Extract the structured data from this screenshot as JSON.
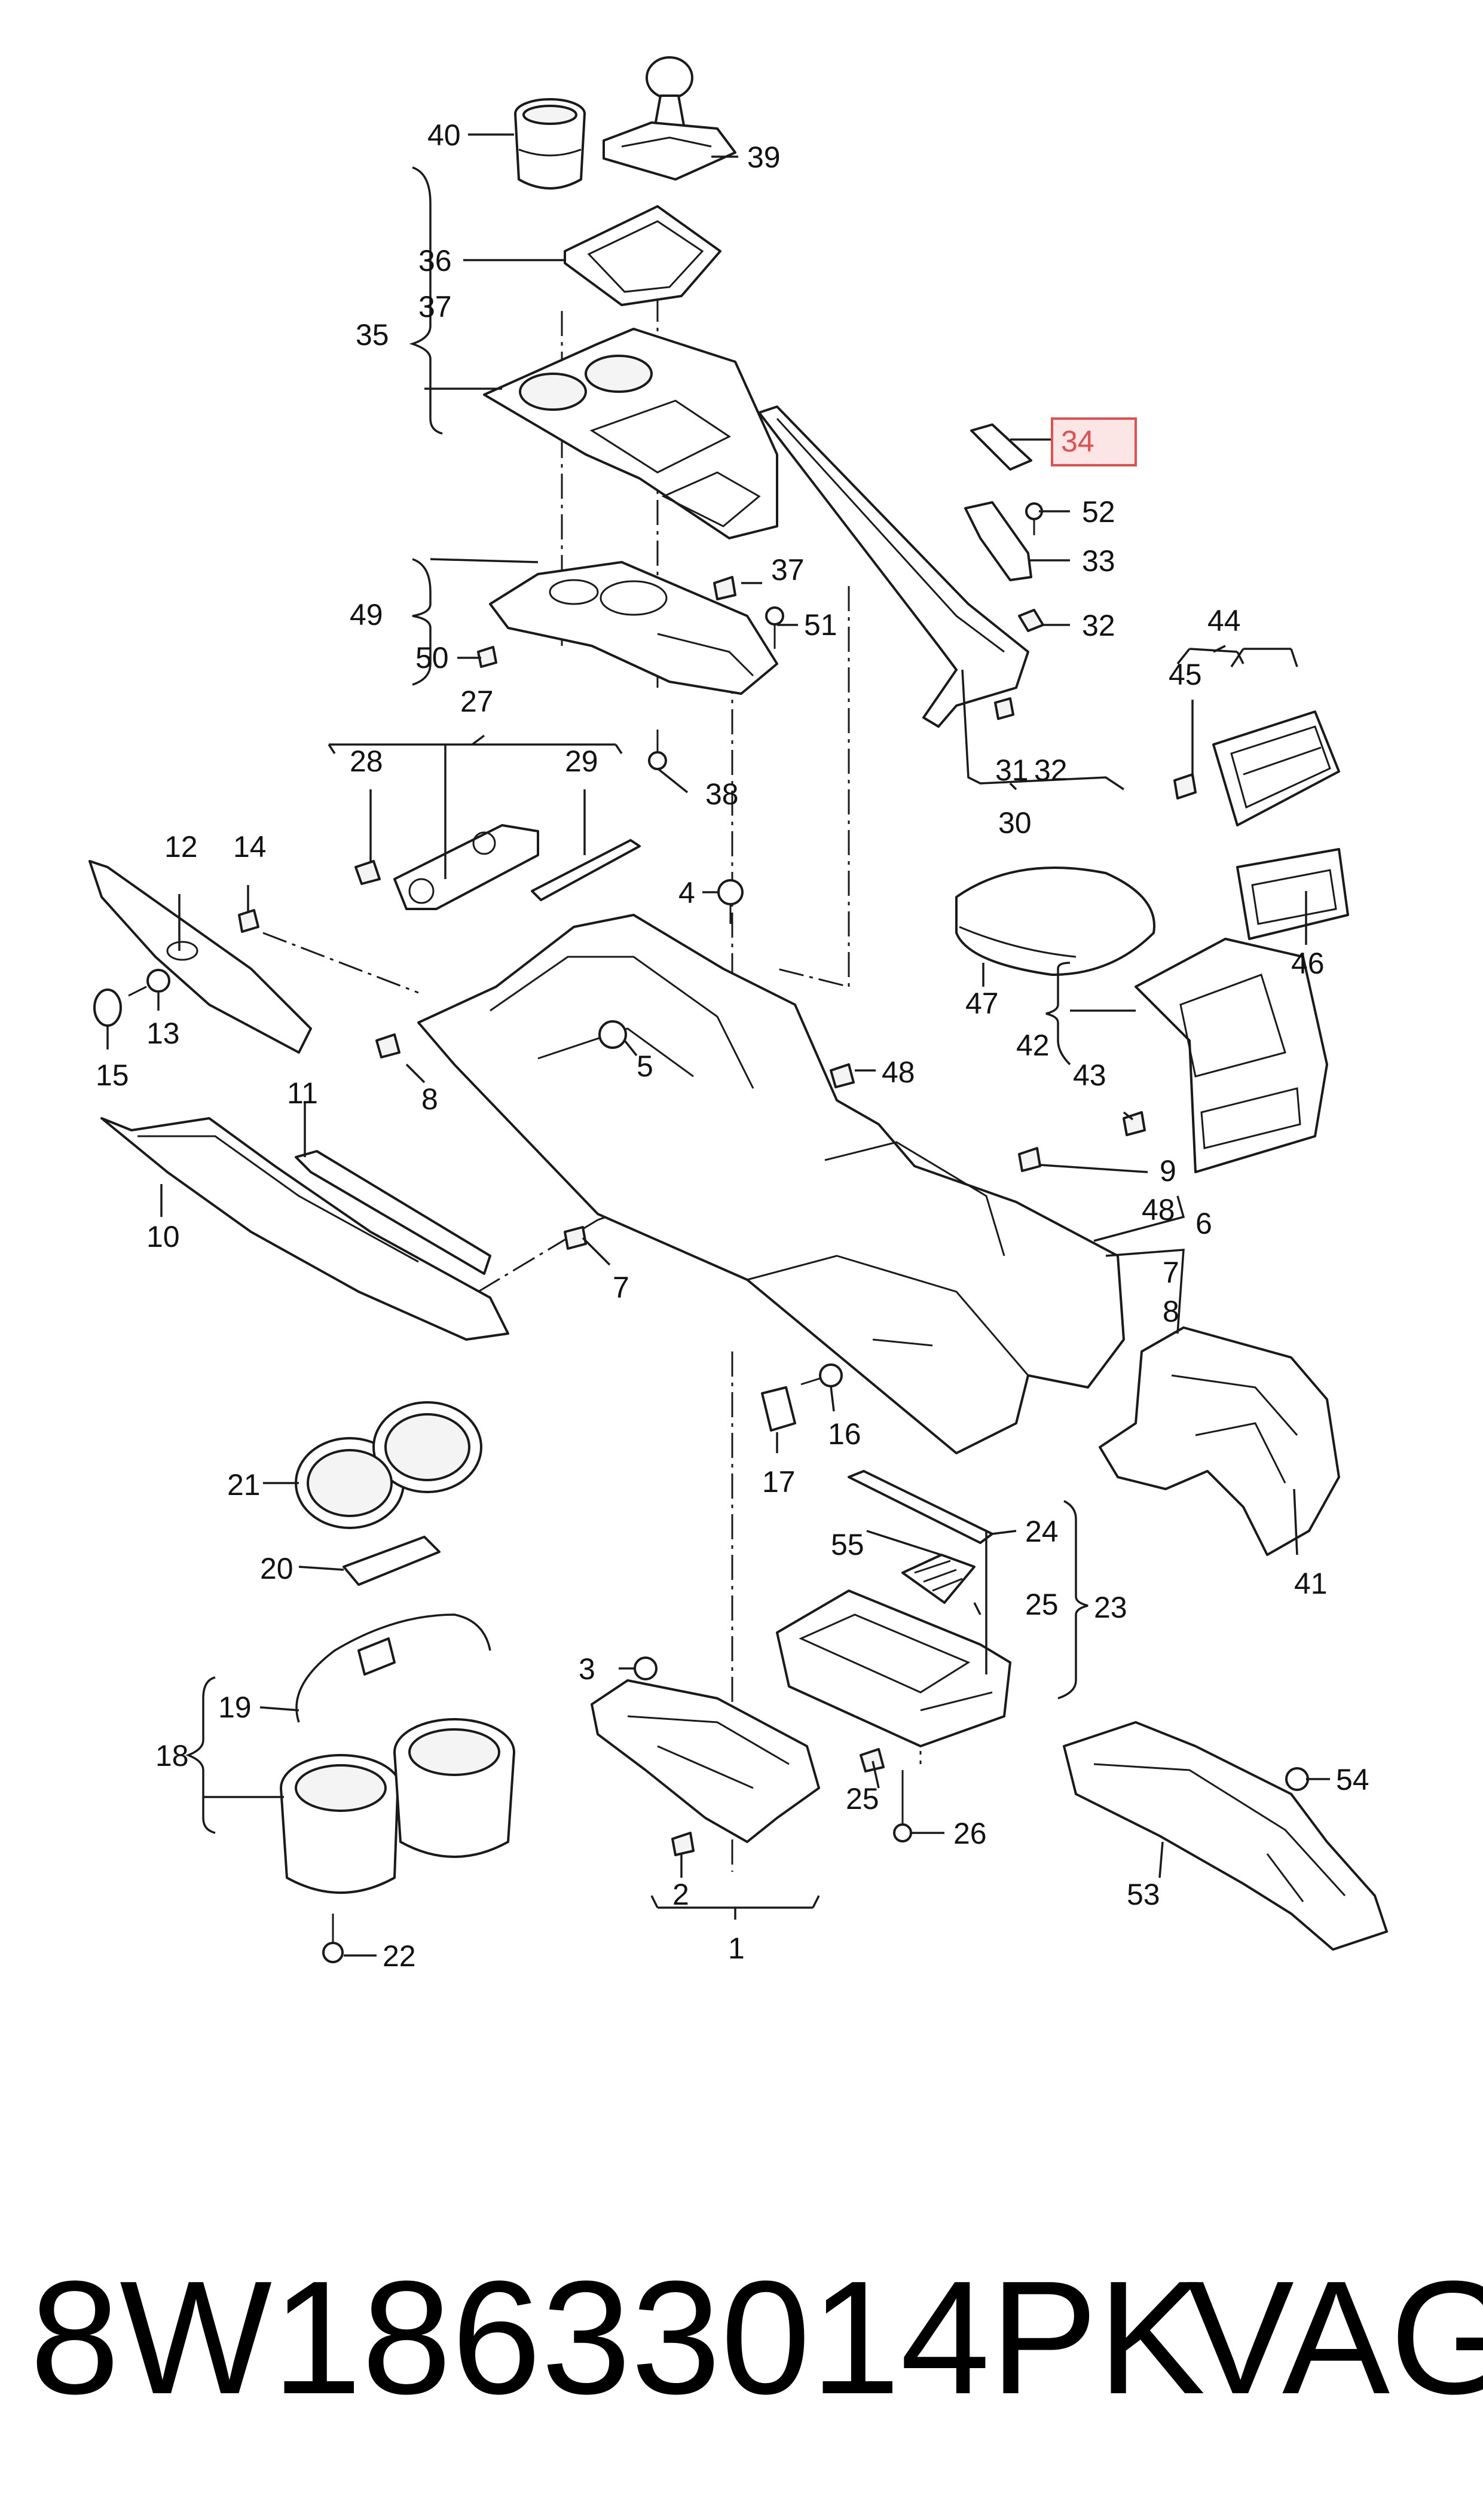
{
  "diagram": {
    "callouts": {
      "c1": "1",
      "c2": "2",
      "c3": "3",
      "c4": "4",
      "c5": "5",
      "c6": "6",
      "c7a": "7",
      "c7b": "7",
      "c8a": "8",
      "c8b": "8",
      "c9": "9",
      "c10": "10",
      "c11": "11",
      "c12": "12",
      "c13": "13",
      "c14": "14",
      "c15": "15",
      "c16": "16",
      "c17": "17",
      "c18": "18",
      "c19": "19",
      "c20": "20",
      "c21": "21",
      "c22": "22",
      "c23": "23",
      "c24": "24",
      "c25a": "25",
      "c25b": "25",
      "c26": "26",
      "c27": "27",
      "c28": "28",
      "c29": "29",
      "c30": "30",
      "c31": "31",
      "c32a": "32",
      "c32b": "32",
      "c33": "33",
      "c34": "34",
      "c35": "35",
      "c36": "36",
      "c37a": "37",
      "c37b": "37",
      "c38": "38",
      "c39": "39",
      "c40": "40",
      "c41": "41",
      "c42": "42",
      "c43": "43",
      "c44": "44",
      "c45": "45",
      "c46": "46",
      "c47": "47",
      "c48a": "48",
      "c48b": "48",
      "c49": "49",
      "c50": "50",
      "c51": "51",
      "c52": "52",
      "c53": "53",
      "c54": "54",
      "c55": "55"
    },
    "highlight_color": "#e05050",
    "highlight_fill": "#fbe5e5"
  },
  "footer": {
    "part_number": "8W18633014PK",
    "brand": "VAG"
  }
}
